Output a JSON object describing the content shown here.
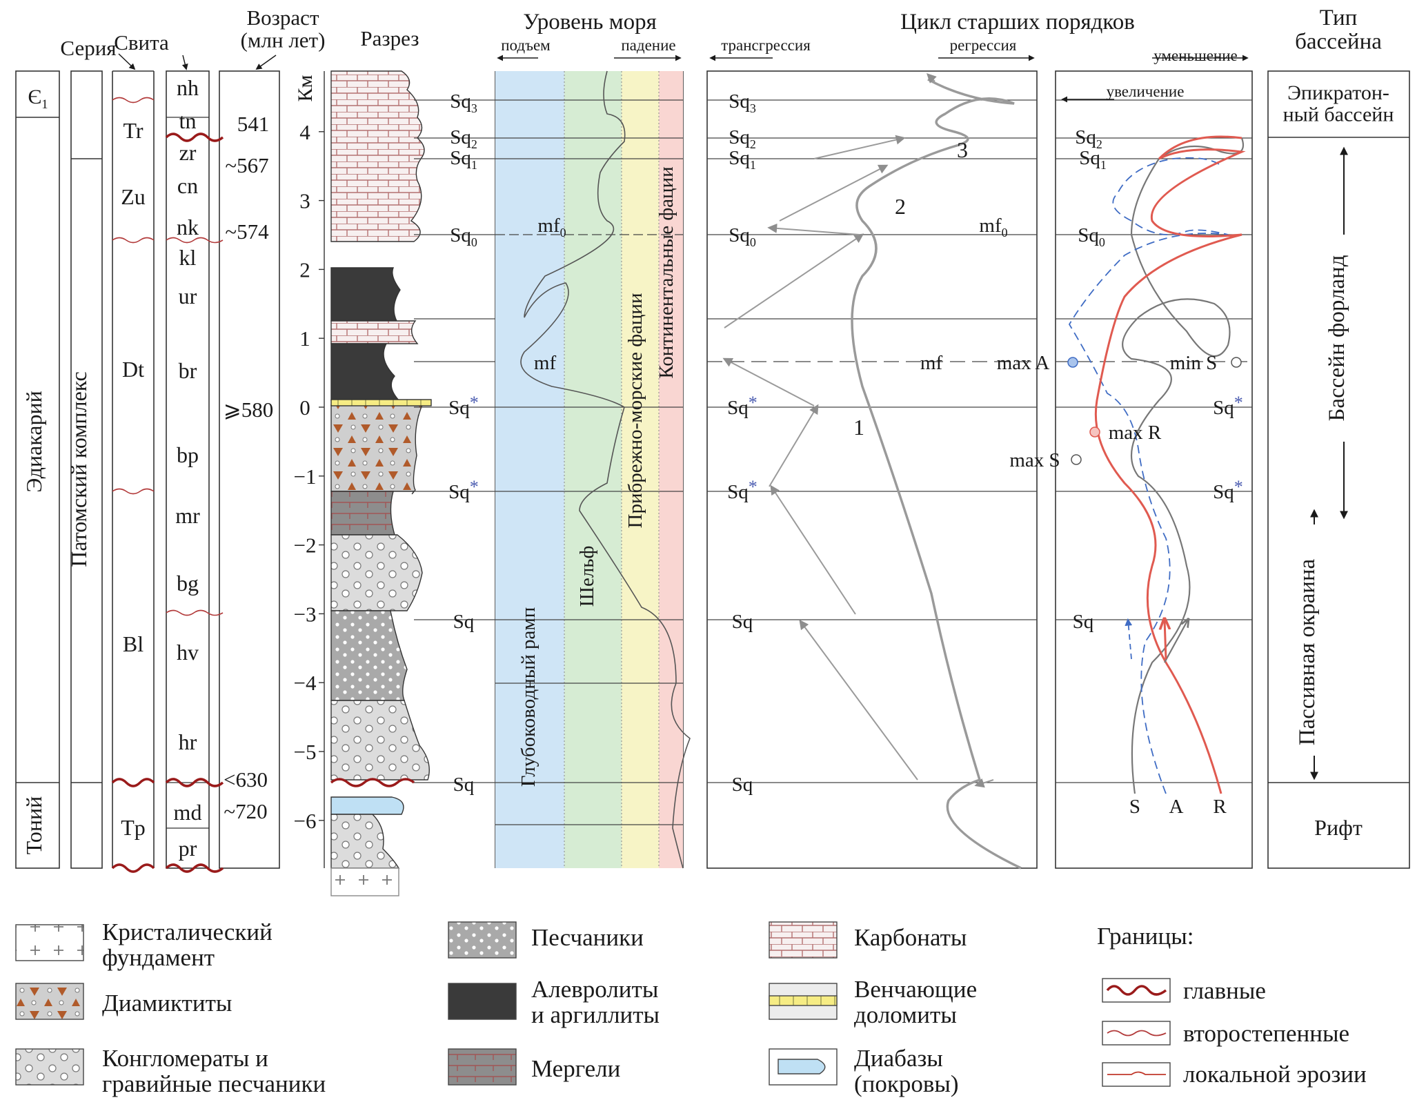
{
  "headers": {
    "series": "Серия",
    "suite": "Свита",
    "age": "Возраст\n(млн лет)",
    "section": "Разрез",
    "sea_level": "Уровень моря",
    "sea_rise": "подъем",
    "sea_fall": "падение",
    "cycle": "Цикл старших порядков",
    "transgression": "трансгрессия",
    "regression": "регрессия",
    "decrease": "уменьшение",
    "increase": "увеличение",
    "basin": "Тип\nбассейна",
    "km": "Км"
  },
  "systems": [
    {
      "label": "Є",
      "sub": "1"
    },
    {
      "label": "Эдиакарий",
      "sub": ""
    },
    {
      "label": "Тоний",
      "sub": ""
    }
  ],
  "complex_label": "Патомский комплекс",
  "series": [
    "Tr",
    "Zu",
    "Dt",
    "Bl",
    "Tp"
  ],
  "suites": [
    "nh",
    "tn",
    "zr",
    "cn",
    "nk",
    "kl",
    "ur",
    "br",
    "bp",
    "mr",
    "bg",
    "hv",
    "hr",
    "md",
    "pr"
  ],
  "ages": [
    "541",
    "~567",
    "~574",
    "⩾580",
    "<630",
    "~720"
  ],
  "depth_ticks": [
    "4",
    "3",
    "2",
    "1",
    "0",
    "−1",
    "−2",
    "−3",
    "−4",
    "−5",
    "−6"
  ],
  "seq_labels": [
    {
      "base": "Sq",
      "sub": "3",
      "star": false
    },
    {
      "base": "Sq",
      "sub": "2",
      "star": false
    },
    {
      "base": "Sq",
      "sub": "1",
      "star": false
    },
    {
      "base": "Sq",
      "sub": "0",
      "star": false
    },
    {
      "base": "Sq",
      "sub": "",
      "star": true
    },
    {
      "base": "Sq",
      "sub": "",
      "star": true
    },
    {
      "base": "Sq",
      "sub": "",
      "star": false
    },
    {
      "base": "Sq",
      "sub": "",
      "star": false
    }
  ],
  "mf": {
    "mf0": "mf",
    "mf0_sub": "0",
    "mf": "mf"
  },
  "facies": [
    "Глубоководный рамп",
    "Шельф",
    "Прибрежно-морские фации",
    "Континентальные фации"
  ],
  "facies_colors": [
    "#cfe5f6",
    "#d6ecd3",
    "#f7f4c6",
    "#f9d6d2"
  ],
  "cycle_numbers": [
    "1",
    "2",
    "3"
  ],
  "sar": {
    "max_a": "max A",
    "min_s": "min S",
    "max_r": "max R",
    "max_s": "max S",
    "s": "S",
    "a": "A",
    "r": "R"
  },
  "sar_colors": {
    "S": "#777777",
    "A": "#3f6cc4",
    "R": "#e05a50"
  },
  "basins": [
    "Эпикратон-\nный бассейн",
    "Бассейн форланд",
    "Пассивная окраина",
    "Рифт"
  ],
  "legend": {
    "items": [
      "Кристалический\nфундамент",
      "Диамиктиты",
      "Конгломераты и\nгравийные песчаники",
      "Песчаники",
      "Алевролиты\nи аргиллиты",
      "Мергели",
      "Карбонаты",
      "Венчающие\nдоломиты",
      "Диабазы\n(покровы)"
    ],
    "boundaries_title": "Границы:",
    "boundaries": [
      "главные",
      "второстепенные",
      "локальной эрозии"
    ]
  }
}
